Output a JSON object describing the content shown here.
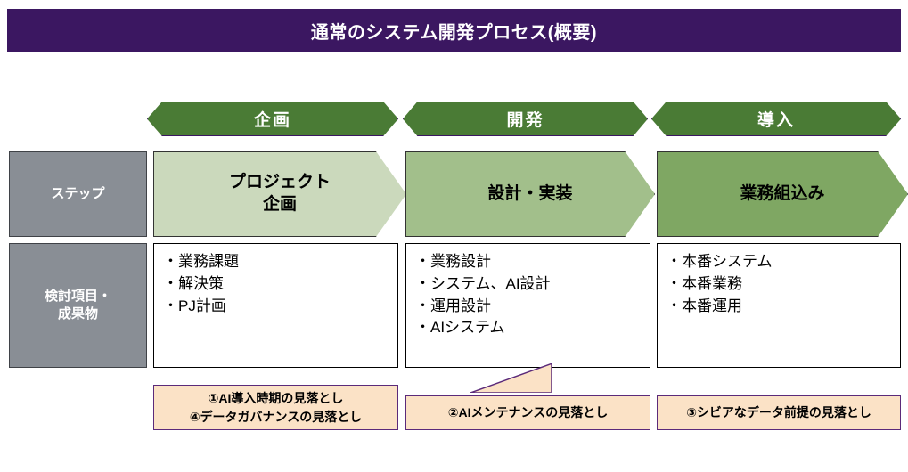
{
  "title": {
    "text": "通常のシステム開発プロセス(概要)",
    "background_color": "#3B1761",
    "text_color": "#FFFFFF"
  },
  "phases": [
    {
      "label": "企画"
    },
    {
      "label": "開発"
    },
    {
      "label": "導入"
    }
  ],
  "phase_style": {
    "fill": "#4A7B35",
    "border": "#3B1761",
    "text_color": "#FFFFFF"
  },
  "rows": [
    {
      "label": "ステップ"
    },
    {
      "label": "検討項目・\n成果物"
    }
  ],
  "row_label_style": {
    "fill": "#898E95",
    "text_color": "#FFFFFF"
  },
  "steps": [
    {
      "label": "プロジェクト\n企画",
      "fill": "#CBD9BC"
    },
    {
      "label": "設計・実装",
      "fill": "#A2BF8B"
    },
    {
      "label": "業務組込み",
      "fill": "#7FA763"
    }
  ],
  "details": [
    {
      "lines": [
        "・業務課題",
        "・解決策",
        "・PJ計画"
      ]
    },
    {
      "lines": [
        "・業務設計",
        "・システム、AI設計",
        "・運用設計",
        "・AIシステム"
      ]
    },
    {
      "lines": [
        "・本番システム",
        "・本番業務",
        "・本番運用"
      ]
    }
  ],
  "callouts": [
    {
      "lines": [
        "①AI導入時期の見落とし",
        "④データガバナンスの見落とし"
      ]
    },
    {
      "lines": [
        "②AIメンテナンスの見落とし"
      ]
    },
    {
      "lines": [
        "③シビアなデータ前提の見落とし"
      ]
    }
  ],
  "callout_style": {
    "fill": "#FBE2C6",
    "border": "#5B2A7A",
    "text_color": "#000000"
  }
}
